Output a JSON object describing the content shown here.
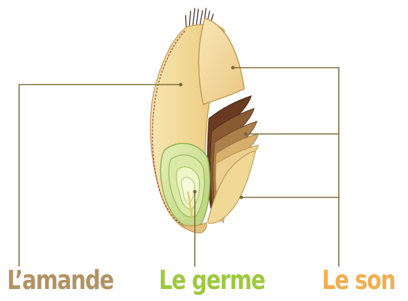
{
  "labels": {
    "amande": "L’amande",
    "germe": "Le germe",
    "son": "Le son"
  },
  "colors": {
    "amande": "#b29264",
    "germe": "#9dc940",
    "son": "#f3ad50",
    "leader_line": "#7c6a3c",
    "endosperm": "#f3dfa0",
    "bran_dark": "#6b3a21",
    "germ_green": "#cfe196"
  },
  "icons": {
    "kernel": "wheat-kernel-cross-section-illustration"
  }
}
